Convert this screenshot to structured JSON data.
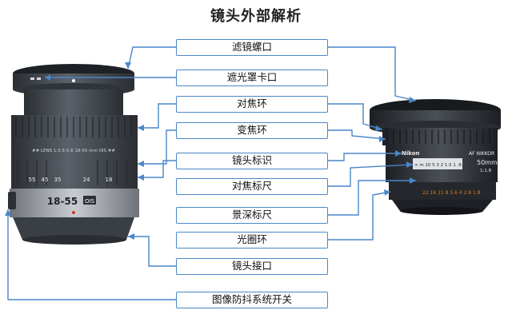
{
  "title": "镜头外部解析",
  "labels": [
    "滤镜螺口",
    "遮光罩卡口",
    "对焦环",
    "变焦环",
    "镜头标识",
    "对焦标尺",
    "景深标尺",
    "光圈环",
    "镜头接口",
    "图像防抖系统开关"
  ],
  "left_lens": {
    "barrel_text": "## LENS 1:3.5-5.6 18-55 mm OIS ##",
    "focal_marks": [
      "55",
      "45",
      "35",
      "24",
      "18"
    ],
    "focal_range": "18-55",
    "badge": "OIS"
  },
  "right_lens": {
    "brand": "Nikon",
    "model": "AF NIKKOR",
    "focal": "50mm",
    "aperture": "1:1.8",
    "distance_scale": "∞ m 10 5 3 2 1.5 1 .6",
    "aperture_scale": "22 16 11 8 5.6 4 2.8 1.8"
  },
  "colors": {
    "accent": "#4a86c8",
    "lens_body": "#3d4248",
    "lens_dark": "#22262b",
    "orange": "#e07a1f"
  }
}
